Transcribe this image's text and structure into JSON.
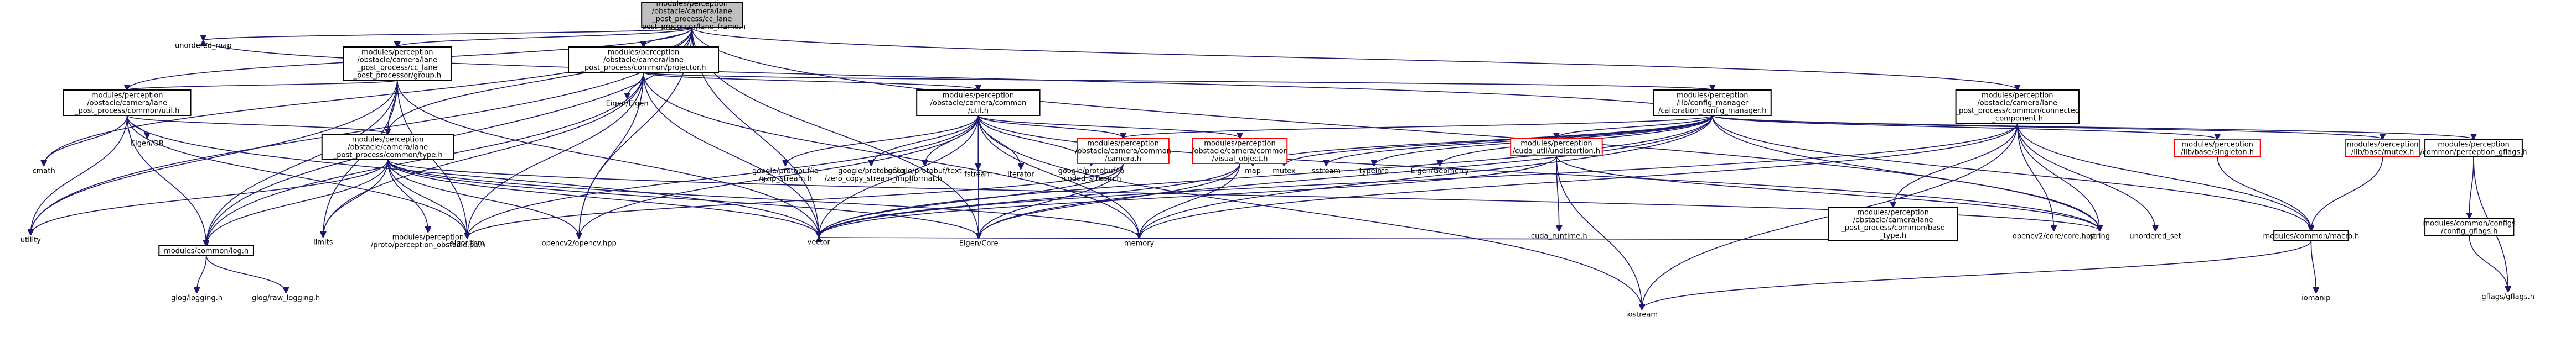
{
  "nodes": [
    {
      "id": "root",
      "kind": "root",
      "lines": [
        "modules/perception",
        "/obstacle/camera/lane",
        "_post_process/cc_lane",
        "_post_processor/lane_frame.h"
      ]
    },
    {
      "id": "unordered_map",
      "kind": "plain",
      "lines": [
        "unordered_map"
      ]
    },
    {
      "id": "cc_lane_group",
      "kind": "normal",
      "lines": [
        "modules/perception",
        "/obstacle/camera/lane",
        "_post_process/cc_lane",
        "_post_processor/group.h"
      ]
    },
    {
      "id": "projector",
      "kind": "normal",
      "lines": [
        "modules/perception",
        "/obstacle/camera/lane",
        "_post_process/common/projector.h"
      ]
    },
    {
      "id": "common_util",
      "kind": "normal",
      "lines": [
        "modules/perception",
        "/obstacle/camera/lane",
        "_post_process/common/util.h"
      ]
    },
    {
      "id": "cmath",
      "kind": "plain",
      "lines": [
        "cmath"
      ]
    },
    {
      "id": "eigen_qr",
      "kind": "plain",
      "lines": [
        "Eigen/QR"
      ]
    },
    {
      "id": "eigen_eigen",
      "kind": "plain",
      "lines": [
        "Eigen/Eigen"
      ]
    },
    {
      "id": "camera_common_util",
      "kind": "normal",
      "lines": [
        "modules/perception",
        "/obstacle/camera/common",
        "/util.h"
      ]
    },
    {
      "id": "lane_type",
      "kind": "normal",
      "lines": [
        "modules/perception",
        "/obstacle/camera/lane",
        "_post_process/common/type.h"
      ]
    },
    {
      "id": "utility",
      "kind": "plain",
      "lines": [
        "utility"
      ]
    },
    {
      "id": "common_log",
      "kind": "normal",
      "lines": [
        "modules/common/log.h"
      ]
    },
    {
      "id": "glog_logging",
      "kind": "plain",
      "lines": [
        "glog/logging.h"
      ]
    },
    {
      "id": "glog_raw_logging",
      "kind": "plain",
      "lines": [
        "glog/raw_logging.h"
      ]
    },
    {
      "id": "limits",
      "kind": "plain",
      "lines": [
        "limits"
      ]
    },
    {
      "id": "perception_obstacle_pb",
      "kind": "plain",
      "lines": [
        "modules/perception",
        "/proto/perception_obstacle.pb.h"
      ]
    },
    {
      "id": "algorithm",
      "kind": "plain",
      "lines": [
        "algorithm"
      ]
    },
    {
      "id": "opencv2_opencv",
      "kind": "plain",
      "lines": [
        "opencv2/opencv.hpp"
      ]
    },
    {
      "id": "gzip_stream",
      "kind": "plain",
      "lines": [
        "google/protobuf/io",
        "/gzip_stream.h"
      ]
    },
    {
      "id": "zero_copy_stream",
      "kind": "plain",
      "lines": [
        "google/protobuf/io",
        "/zero_copy_stream_impl.h"
      ]
    },
    {
      "id": "text_format",
      "kind": "plain",
      "lines": [
        "google/protobuf/text",
        "_format.h"
      ]
    },
    {
      "id": "fstream",
      "kind": "plain",
      "lines": [
        "fstream"
      ]
    },
    {
      "id": "iterator",
      "kind": "plain",
      "lines": [
        "iterator"
      ]
    },
    {
      "id": "coded_stream",
      "kind": "plain",
      "lines": [
        "google/protobuf/io",
        "/coded_stream.h"
      ]
    },
    {
      "id": "camera_h",
      "kind": "missing",
      "lines": [
        "modules/perception",
        "/obstacle/camera/common",
        "/camera.h"
      ]
    },
    {
      "id": "visual_object",
      "kind": "missing",
      "lines": [
        "modules/perception",
        "/obstacle/camera/common",
        "/visual_object.h"
      ]
    },
    {
      "id": "vector",
      "kind": "plain",
      "lines": [
        "vector"
      ]
    },
    {
      "id": "eigen_core",
      "kind": "plain",
      "lines": [
        "Eigen/Core"
      ]
    },
    {
      "id": "memory",
      "kind": "plain",
      "lines": [
        "memory"
      ]
    },
    {
      "id": "calibration_config_manager",
      "kind": "normal",
      "lines": [
        "modules/perception",
        "/lib/config_manager",
        "/calibration_config_manager.h"
      ]
    },
    {
      "id": "map",
      "kind": "plain",
      "lines": [
        "map"
      ]
    },
    {
      "id": "mutex",
      "kind": "plain",
      "lines": [
        "mutex"
      ]
    },
    {
      "id": "sstream",
      "kind": "plain",
      "lines": [
        "sstream"
      ]
    },
    {
      "id": "typeinfo",
      "kind": "plain",
      "lines": [
        "typeinfo"
      ]
    },
    {
      "id": "eigen_geometry",
      "kind": "plain",
      "lines": [
        "Eigen/Geometry"
      ]
    },
    {
      "id": "cuda_util_undistortion",
      "kind": "missing",
      "lines": [
        "modules/perception",
        "/cuda_util/undistortion.h"
      ]
    },
    {
      "id": "cuda_runtime",
      "kind": "plain",
      "lines": [
        "cuda_runtime.h"
      ]
    },
    {
      "id": "connected_component",
      "kind": "normal",
      "lines": [
        "modules/perception",
        "/obstacle/camera/lane",
        "_post_process/common/connected",
        "_component.h"
      ]
    },
    {
      "id": "base_type",
      "kind": "normal",
      "lines": [
        "modules/perception",
        "/obstacle/camera/lane",
        "_post_process/common/base",
        "_type.h"
      ]
    },
    {
      "id": "opencv2_core",
      "kind": "plain",
      "lines": [
        "opencv2/core/core.hpp"
      ]
    },
    {
      "id": "string",
      "kind": "plain",
      "lines": [
        "string"
      ]
    },
    {
      "id": "unordered_set",
      "kind": "plain",
      "lines": [
        "unordered_set"
      ]
    },
    {
      "id": "iostream",
      "kind": "plain",
      "lines": [
        "iostream"
      ]
    },
    {
      "id": "lib_base_singleton",
      "kind": "missing",
      "lines": [
        "modules/perception",
        "/lib/base/singleton.h"
      ]
    },
    {
      "id": "lib_base_mutex",
      "kind": "missing",
      "lines": [
        "modules/perception",
        "/lib/base/mutex.h"
      ]
    },
    {
      "id": "common_macro",
      "kind": "normal",
      "lines": [
        "modules/common/macro.h"
      ]
    },
    {
      "id": "iomanip",
      "kind": "plain",
      "lines": [
        "iomanip"
      ]
    },
    {
      "id": "perception_gflags",
      "kind": "normal",
      "lines": [
        "modules/perception",
        "/common/perception_gflags.h"
      ]
    },
    {
      "id": "config_gflags",
      "kind": "normal",
      "lines": [
        "modules/common/configs",
        "/config_gflags.h"
      ]
    },
    {
      "id": "gflags",
      "kind": "plain",
      "lines": [
        "gflags/gflags.h"
      ]
    }
  ],
  "edges": [
    [
      "root",
      "unordered_map"
    ],
    [
      "root",
      "cc_lane_group"
    ],
    [
      "root",
      "projector"
    ],
    [
      "root",
      "common_util"
    ],
    [
      "root",
      "cmath"
    ],
    [
      "root",
      "utility"
    ],
    [
      "root",
      "lane_type"
    ],
    [
      "root",
      "common_log"
    ],
    [
      "root",
      "vector"
    ],
    [
      "root",
      "opencv2_opencv"
    ],
    [
      "root",
      "eigen_core"
    ],
    [
      "root",
      "connected_component"
    ],
    [
      "root",
      "string"
    ],
    [
      "cc_lane_group",
      "common_util"
    ],
    [
      "cc_lane_group",
      "lane_type"
    ],
    [
      "cc_lane_group",
      "common_log"
    ],
    [
      "cc_lane_group",
      "limits"
    ],
    [
      "cc_lane_group",
      "algorithm"
    ],
    [
      "cc_lane_group",
      "vector"
    ],
    [
      "cc_lane_group",
      "utility"
    ],
    [
      "projector",
      "eigen_eigen"
    ],
    [
      "projector",
      "camera_common_util"
    ],
    [
      "projector",
      "calibration_config_manager"
    ],
    [
      "projector",
      "common_log"
    ],
    [
      "projector",
      "vector"
    ],
    [
      "projector",
      "limits"
    ],
    [
      "projector",
      "algorithm"
    ],
    [
      "projector",
      "opencv2_opencv"
    ],
    [
      "projector",
      "memory"
    ],
    [
      "common_util",
      "cmath"
    ],
    [
      "common_util",
      "eigen_qr"
    ],
    [
      "common_util",
      "lane_type"
    ],
    [
      "common_util",
      "common_log"
    ],
    [
      "common_util",
      "utility"
    ],
    [
      "common_util",
      "vector"
    ],
    [
      "common_util",
      "algorithm"
    ],
    [
      "lane_type",
      "perception_obstacle_pb"
    ],
    [
      "lane_type",
      "common_log"
    ],
    [
      "lane_type",
      "limits"
    ],
    [
      "lane_type",
      "algorithm"
    ],
    [
      "lane_type",
      "opencv2_opencv"
    ],
    [
      "lane_type",
      "vector"
    ],
    [
      "lane_type",
      "eigen_core"
    ],
    [
      "lane_type",
      "memory"
    ],
    [
      "lane_type",
      "string"
    ],
    [
      "lane_type",
      "utility"
    ],
    [
      "common_log",
      "glog_logging"
    ],
    [
      "common_log",
      "glog_raw_logging"
    ],
    [
      "camera_common_util",
      "gzip_stream"
    ],
    [
      "camera_common_util",
      "zero_copy_stream"
    ],
    [
      "camera_common_util",
      "text_format"
    ],
    [
      "camera_common_util",
      "fstream"
    ],
    [
      "camera_common_util",
      "iterator"
    ],
    [
      "camera_common_util",
      "coded_stream"
    ],
    [
      "camera_common_util",
      "camera_h"
    ],
    [
      "camera_common_util",
      "visual_object"
    ],
    [
      "camera_common_util",
      "vector"
    ],
    [
      "camera_common_util",
      "opencv2_opencv"
    ],
    [
      "camera_common_util",
      "eigen_core"
    ],
    [
      "camera_common_util",
      "string"
    ],
    [
      "camera_common_util",
      "algorithm"
    ],
    [
      "camera_common_util",
      "iostream"
    ],
    [
      "camera_common_util",
      "memory"
    ],
    [
      "camera_h",
      "eigen_core"
    ],
    [
      "camera_h",
      "algorithm"
    ],
    [
      "camera_h",
      "vector"
    ],
    [
      "visual_object",
      "eigen_core"
    ],
    [
      "visual_object",
      "memory"
    ],
    [
      "visual_object",
      "vector"
    ],
    [
      "calibration_config_manager",
      "camera_h"
    ],
    [
      "calibration_config_manager",
      "map"
    ],
    [
      "calibration_config_manager",
      "mutex"
    ],
    [
      "calibration_config_manager",
      "sstream"
    ],
    [
      "calibration_config_manager",
      "typeinfo"
    ],
    [
      "calibration_config_manager",
      "eigen_geometry"
    ],
    [
      "calibration_config_manager",
      "cuda_util_undistortion"
    ],
    [
      "calibration_config_manager",
      "lib_base_singleton"
    ],
    [
      "calibration_config_manager",
      "lib_base_mutex"
    ],
    [
      "calibration_config_manager",
      "perception_gflags"
    ],
    [
      "calibration_config_manager",
      "string"
    ],
    [
      "calibration_config_manager",
      "memory"
    ],
    [
      "calibration_config_manager",
      "eigen_core"
    ],
    [
      "calibration_config_manager",
      "vector"
    ],
    [
      "calibration_config_manager",
      "unordered_map"
    ],
    [
      "calibration_config_manager",
      "common_macro"
    ],
    [
      "cuda_util_undistortion",
      "cuda_runtime"
    ],
    [
      "cuda_util_undistortion",
      "vector"
    ],
    [
      "cuda_util_undistortion",
      "string"
    ],
    [
      "cuda_util_undistortion",
      "iostream"
    ],
    [
      "connected_component",
      "base_type"
    ],
    [
      "connected_component",
      "opencv2_core"
    ],
    [
      "connected_component",
      "string"
    ],
    [
      "connected_component",
      "unordered_set"
    ],
    [
      "connected_component",
      "vector"
    ],
    [
      "connected_component",
      "iostream"
    ],
    [
      "connected_component",
      "common_macro"
    ],
    [
      "connected_component",
      "memory"
    ],
    [
      "base_type",
      "vector"
    ],
    [
      "lib_base_singleton",
      "common_macro"
    ],
    [
      "lib_base_mutex",
      "common_macro"
    ],
    [
      "common_macro",
      "iostream"
    ],
    [
      "common_macro",
      "iomanip"
    ],
    [
      "perception_gflags",
      "config_gflags"
    ],
    [
      "perception_gflags",
      "gflags"
    ],
    [
      "config_gflags",
      "gflags"
    ]
  ],
  "colors": {
    "edge": "#191970",
    "root_fill": "#bfbfbf",
    "missing_border": "#ff0000"
  }
}
